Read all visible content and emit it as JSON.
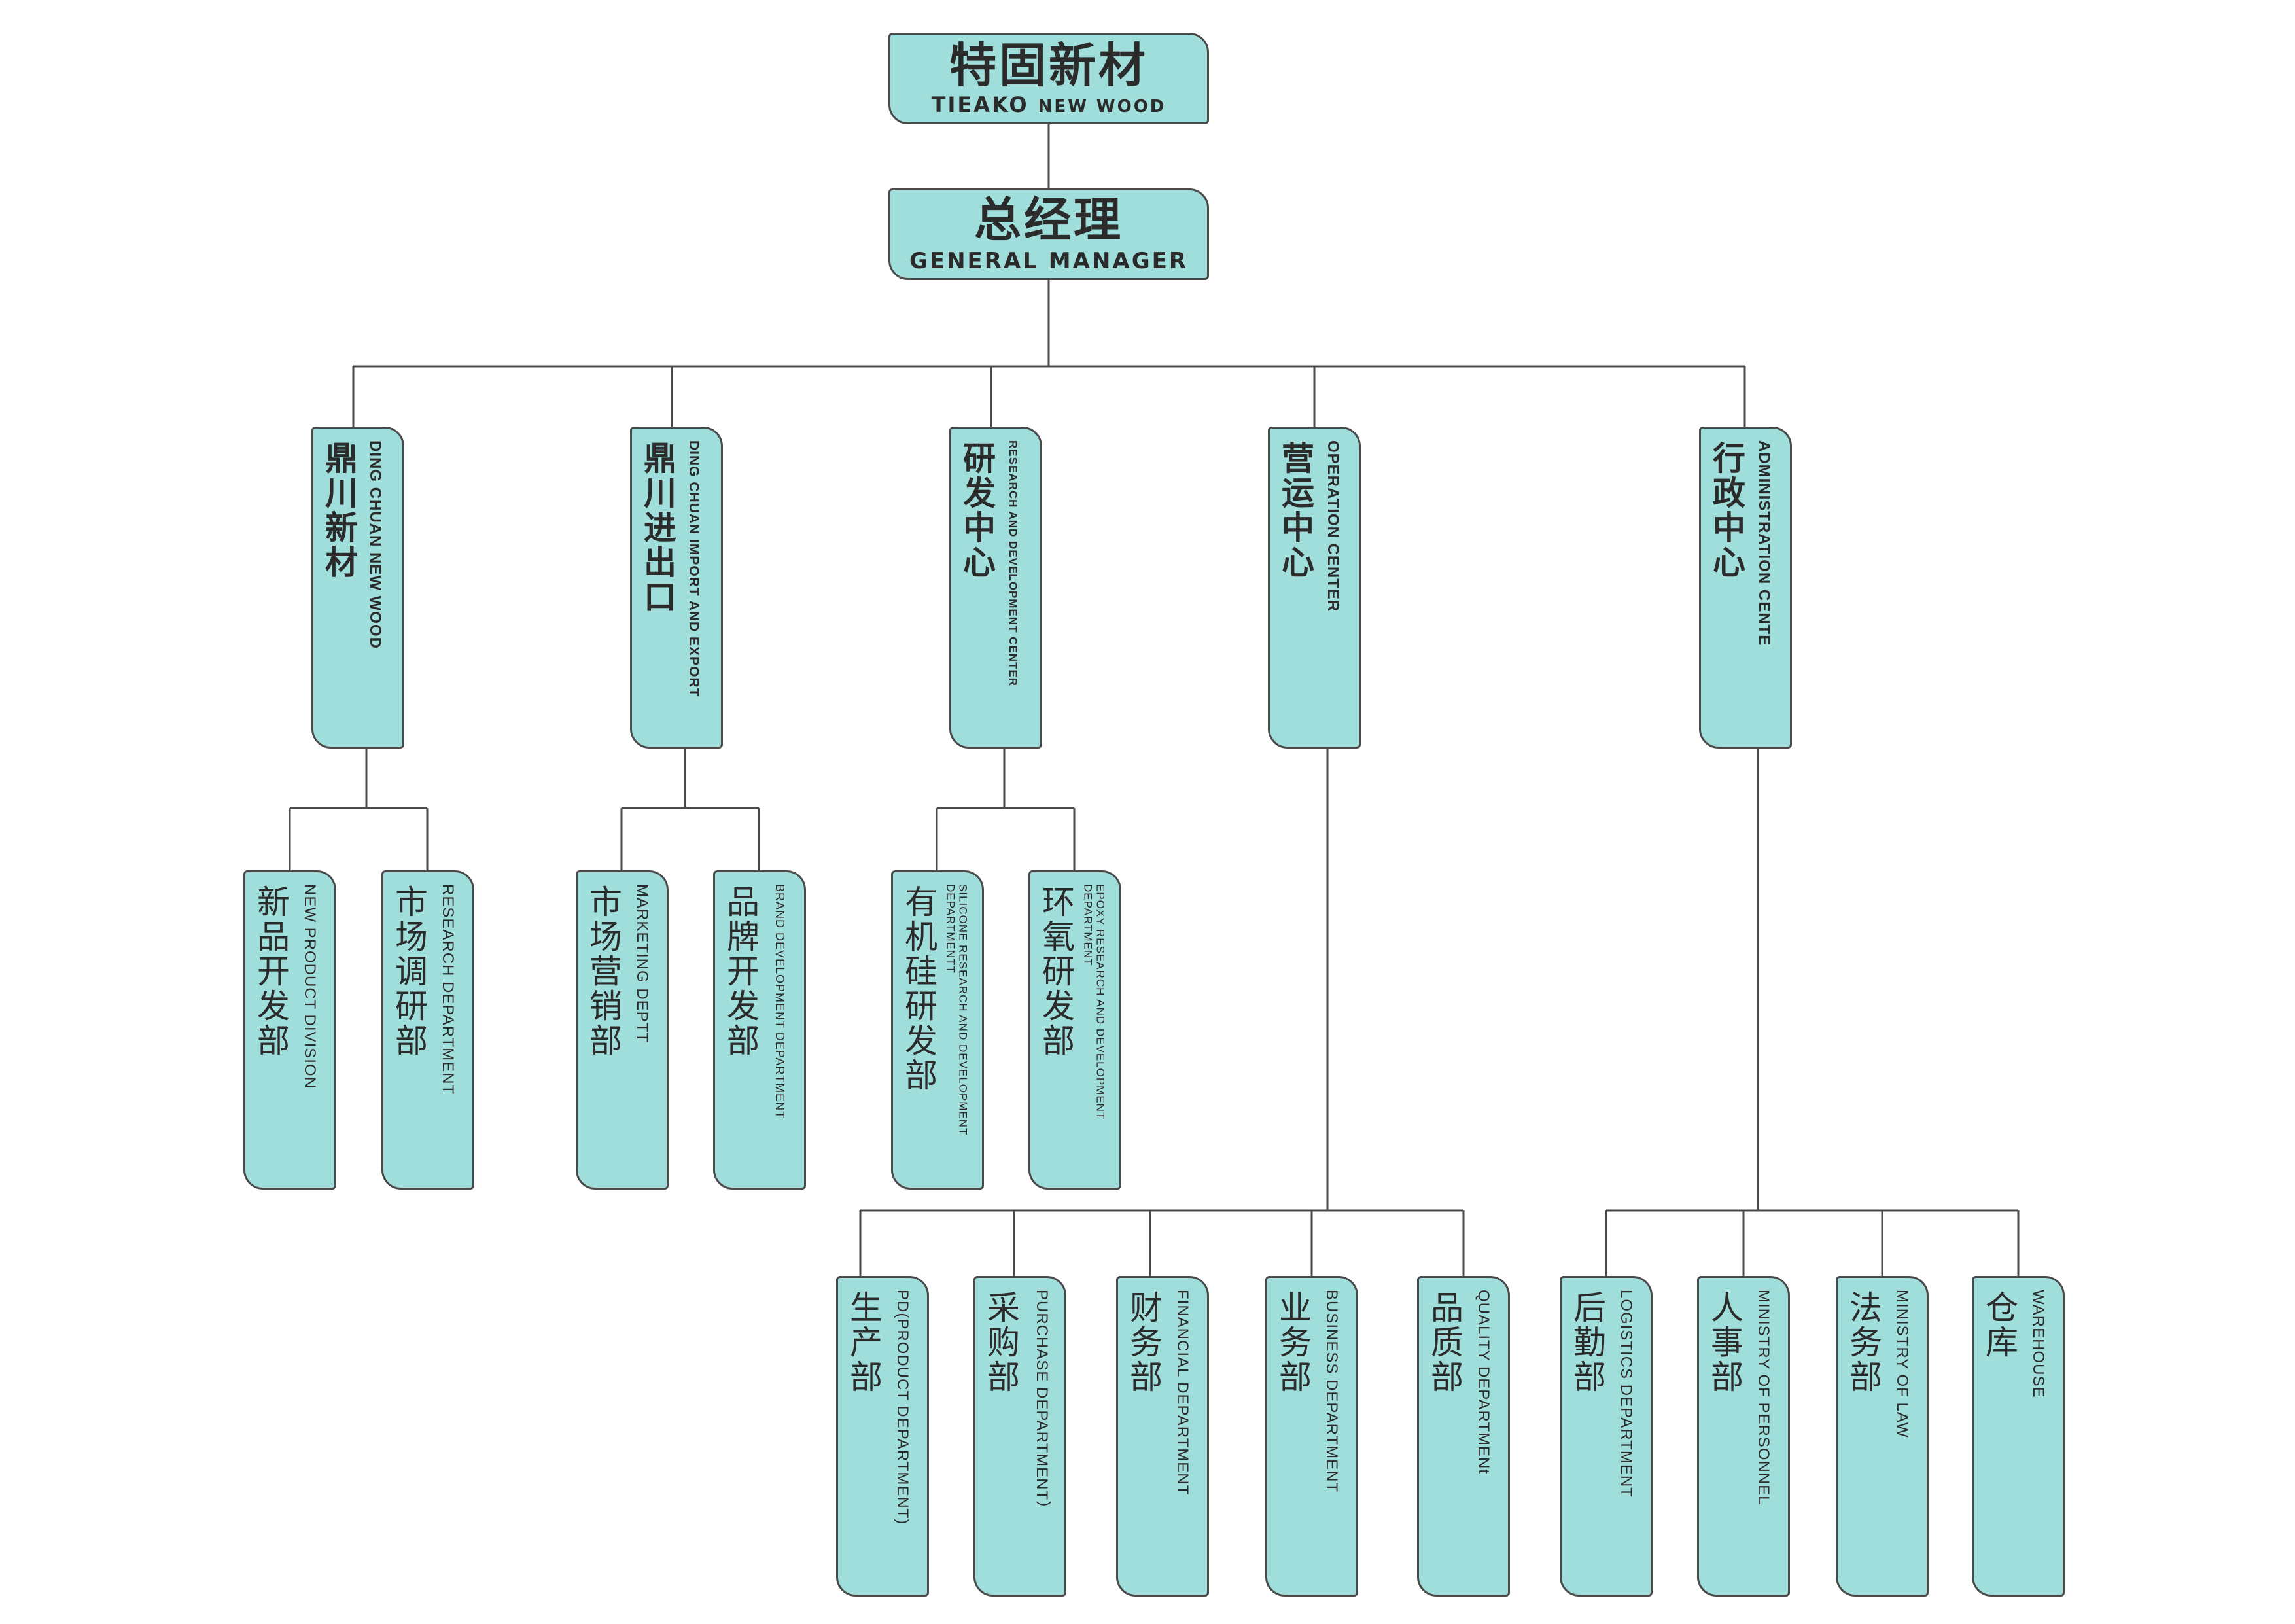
{
  "company": {
    "name_zh": "特固新材",
    "name_en_main": "TIEAKO",
    "name_en_sub": "NEW WOOD"
  },
  "gm": {
    "zh": "总经理",
    "en": "GENERAL MANAGER"
  },
  "divisions": [
    {
      "zh": "鼎川新材",
      "en": "DING CHUAN NEW WOOD"
    },
    {
      "zh": "鼎川进出口",
      "en": "DING CHUAN IMPORT AND EXPORT"
    },
    {
      "zh": "研发中心",
      "en": "RESEARCH AND DEVELOPMENT CENTER"
    },
    {
      "zh": "营运中心",
      "en": "OPERATION CENTER"
    },
    {
      "zh": "行政中心",
      "en": "ADMINISTRATION CENTE"
    }
  ],
  "departments": [
    {
      "zh": "新品开发部",
      "en": "NEW PRODUCT DIVISION"
    },
    {
      "zh": "市场调研部",
      "en": "RESEARCH DEPARTMENT"
    },
    {
      "zh": "市场营销部",
      "en": "MARKETING DEPTT"
    },
    {
      "zh": "品牌开发部",
      "en": "BRAND DEVELOPMENT DEPARTMENT"
    },
    {
      "zh": "有机硅研发部",
      "en": "SILICONE RESEARCH AND DEVELOPMENT DEPARTMENTT"
    },
    {
      "zh": "环氧研发部",
      "en": "EPOXY RESEARCH AND DEVELOPMENT DEPARTMENT"
    }
  ],
  "operation_departments": [
    {
      "zh": "生产部",
      "en": "PD(PRODUCT DEPARTMENT)"
    },
    {
      "zh": "采购部",
      "en": "PURCHASE DEPARTMENT）"
    },
    {
      "zh": "财务部",
      "en": "FINANCIAL DEPARTMENT"
    },
    {
      "zh": "业务部",
      "en": "BUSINESS DEPARTMENT"
    },
    {
      "zh": "品质部",
      "en": "QUALITY DEPARTMENt"
    }
  ],
  "admin_departments": [
    {
      "zh": "后勤部",
      "en": "LOGISTICS DEPARTMENT"
    },
    {
      "zh": "人事部",
      "en": "MINISTRY OF PERSONNEL"
    },
    {
      "zh": "法务部",
      "en": "MINISTRY OF LAW"
    },
    {
      "zh": "仓 库",
      "en": "WAREHOUSE"
    }
  ],
  "colors": {
    "box_fill": "#a0dedc",
    "line": "#4a4a4a",
    "text": "#2b2b2b"
  }
}
